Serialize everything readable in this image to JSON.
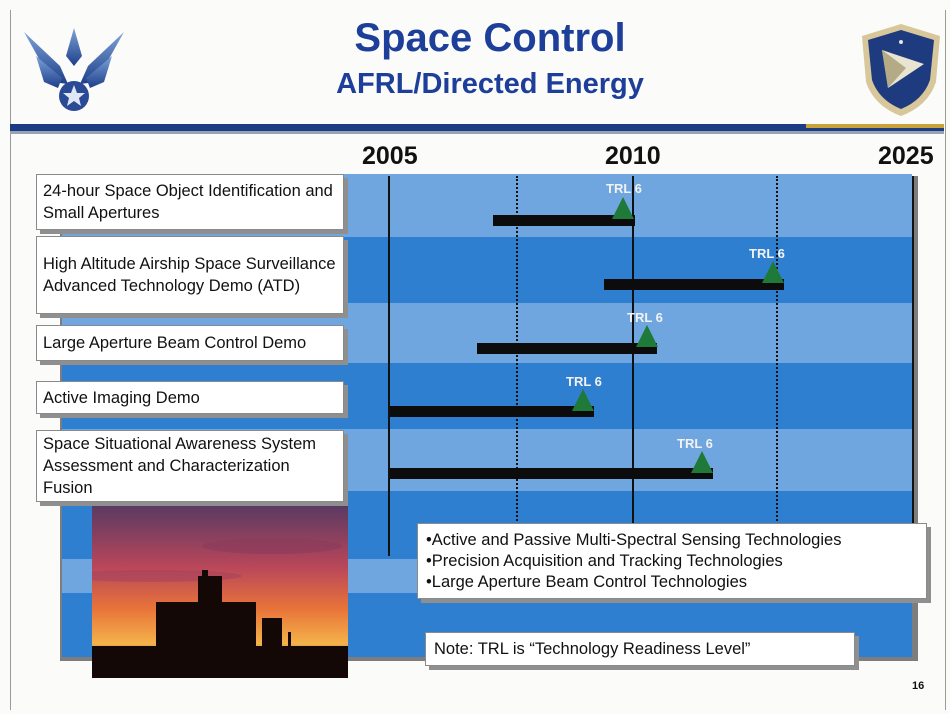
{
  "header": {
    "title": "Space Control",
    "subtitle": "AFRL/Directed Energy"
  },
  "timeline": {
    "years": [
      "2005",
      "2010",
      "2025"
    ]
  },
  "programs": [
    {
      "label": "24-hour Space Object Identification and Small Apertures",
      "milestone": "TRL 6"
    },
    {
      "label": "High Altitude Airship Space Surveillance Advanced Technology Demo (ATD)",
      "milestone": "TRL 6"
    },
    {
      "label": "Large Aperture Beam Control Demo",
      "milestone": "TRL 6"
    },
    {
      "label": "Active Imaging Demo",
      "milestone": "TRL 6"
    },
    {
      "label": "Space Situational Awareness System Assessment and Characterization Fusion",
      "milestone": "TRL 6"
    }
  ],
  "technologies": [
    "•Active and Passive Multi-Spectral Sensing Technologies",
    "•Precision Acquisition and Tracking Technologies",
    "•Large Aperture Beam Control Technologies"
  ],
  "note": "Note: TRL is “Technology Readiness Level”",
  "page_number": "16",
  "colors": {
    "title": "#1d3f9a",
    "band_light": "#6fa6df",
    "band_dark": "#2f7fd0",
    "milestone": "#1f7a3a"
  },
  "icons": {
    "left_logo": "air-force-wings-logo",
    "right_logo": "afrl-shield-emblem"
  }
}
